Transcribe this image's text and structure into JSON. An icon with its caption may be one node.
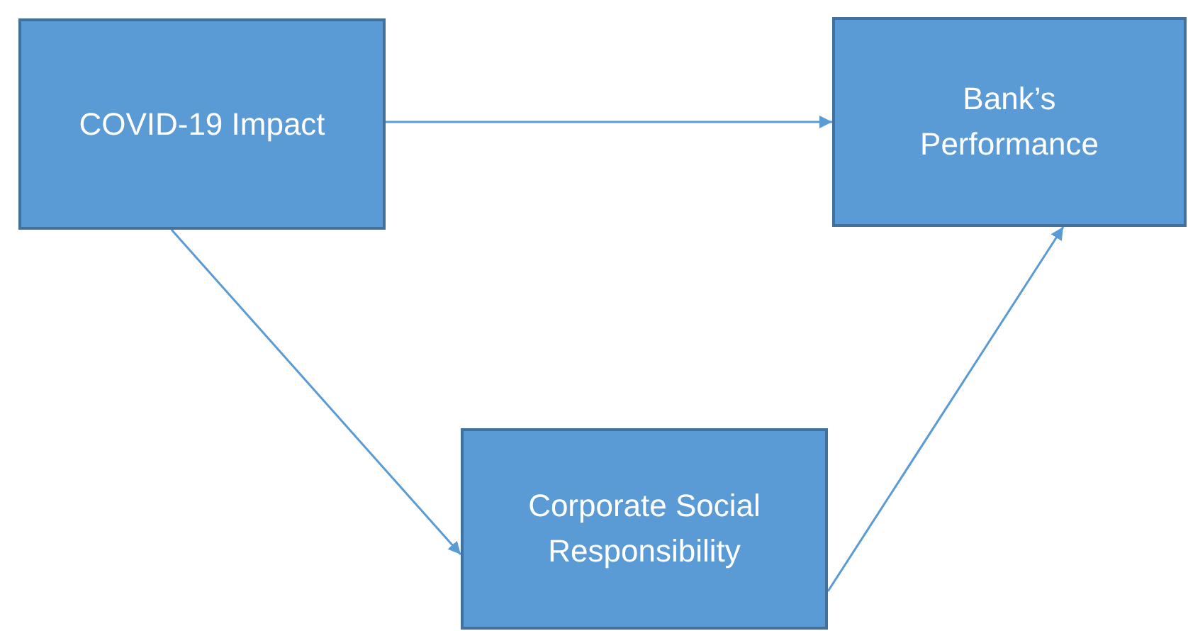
{
  "diagram": {
    "nodes": [
      {
        "text": [
          "COVID-19 Impact"
        ]
      },
      {
        "text": [
          "Bank’s Performance"
        ]
      },
      {
        "text": [
          "Corporate Social Responsibility"
        ]
      }
    ],
    "edges": [
      {
        "from": 0,
        "to": 1,
        "arrow": "to"
      },
      {
        "from": 0,
        "to": 2,
        "arrow": "to"
      },
      {
        "from": 2,
        "to": 1,
        "arrow": "to"
      }
    ]
  }
}
